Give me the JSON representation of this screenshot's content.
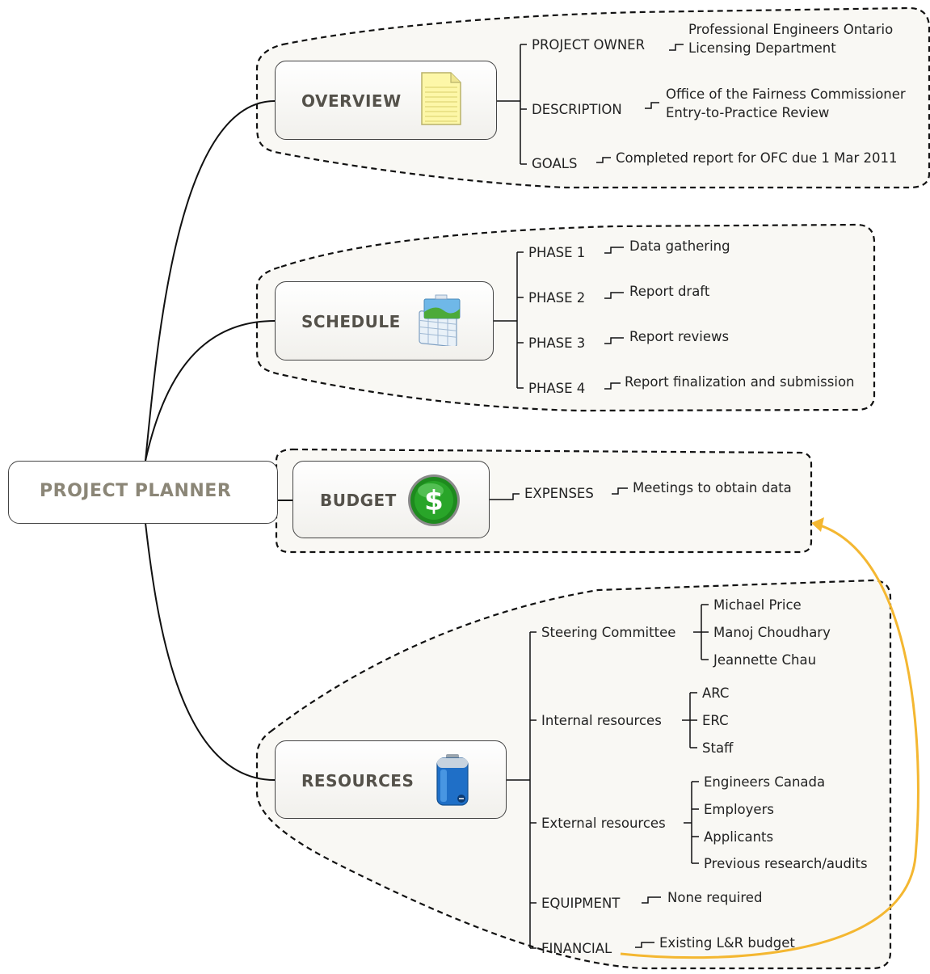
{
  "central": {
    "label": "PROJECT PLANNER"
  },
  "overview": {
    "label": "OVERVIEW",
    "icon": "note-pad-icon",
    "project_owner": {
      "label": "PROJECT OWNER",
      "line1": "Professional Engineers Ontario",
      "line2": "Licensing Department"
    },
    "description": {
      "label": "DESCRIPTION",
      "line1": "Office of the Fairness Commissioner",
      "line2": "Entry-to-Practice Review"
    },
    "goals": {
      "label": "GOALS",
      "value": "Completed report  for OFC due 1 Mar 2011"
    }
  },
  "schedule": {
    "label": "SCHEDULE",
    "icon": "calendar-icon",
    "phases": [
      {
        "label": "PHASE 1",
        "value": "Data gathering"
      },
      {
        "label": "PHASE 2",
        "value": "Report draft"
      },
      {
        "label": "PHASE 3",
        "value": "Report reviews"
      },
      {
        "label": "PHASE 4",
        "value": "Report finalization and submission"
      }
    ]
  },
  "budget": {
    "label": "BUDGET",
    "icon": "dollar-icon",
    "expenses": {
      "label": "EXPENSES",
      "value": "Meetings to obtain data"
    }
  },
  "resources": {
    "label": "RESOURCES",
    "icon": "battery-icon",
    "steering": {
      "label": "Steering Committee",
      "members": [
        "Michael Price",
        "Manoj Choudhary",
        "Jeannette Chau"
      ]
    },
    "internal": {
      "label": "Internal resources",
      "items": [
        "ARC",
        "ERC",
        "Staff"
      ]
    },
    "external": {
      "label": "External resources",
      "items": [
        "Engineers Canada",
        "Employers",
        "Applicants",
        "Previous research/audits"
      ]
    },
    "equipment": {
      "label": "EQUIPMENT",
      "value": "None required"
    },
    "financial": {
      "label": "FINANCIAL",
      "value": "Existing L&R budget"
    }
  },
  "colors": {
    "relationship_arrow": "#f4b731",
    "topic_text": "#54514a",
    "central_text": "#8b8677"
  }
}
